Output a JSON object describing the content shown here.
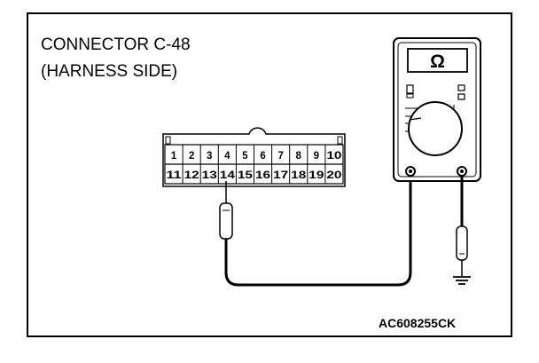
{
  "title_line1": "CONNECTOR C-48",
  "title_line2": "(HARNESS SIDE)",
  "connector": {
    "top_row": [
      "1",
      "2",
      "3",
      "4",
      "5",
      "6",
      "7",
      "8",
      "9",
      "10"
    ],
    "bottom_row": [
      "11",
      "12",
      "13",
      "14",
      "15",
      "16",
      "17",
      "18",
      "19",
      "20"
    ],
    "probed_pin": "14"
  },
  "meter": {
    "symbol": "Ω"
  },
  "figure_code": "AC608255CK"
}
